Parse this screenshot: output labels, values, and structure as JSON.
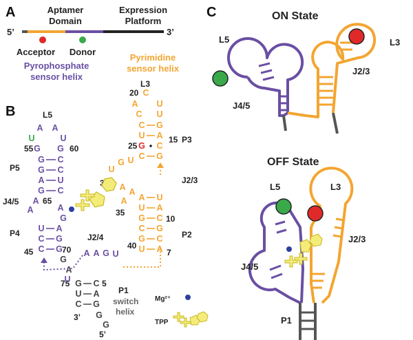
{
  "panelA": {
    "letter": "A",
    "aptamer_label": "Aptamer",
    "domain_label": "Domain",
    "expression_label": "Expression",
    "platform_label": "Platform",
    "five_prime": "5’",
    "three_prime": "3’",
    "acceptor": "Acceptor",
    "donor": "Donor",
    "pyro_line1": "Pyrophosphate",
    "pyro_line2": "sensor helix",
    "pyri_line1": "Pyrimidine",
    "pyri_line2": "sensor helix"
  },
  "panelB": {
    "letter": "B",
    "labels": {
      "L5": "L5",
      "P5": "P5",
      "J45": "J4/5",
      "P4": "P4",
      "J24": "J2/4",
      "L3": "L3",
      "P3": "P3",
      "J23": "J2/3",
      "P2": "P2",
      "P1": "P1",
      "switch": "switch",
      "helix": "helix",
      "mg": "Mg²⁺",
      "tpp": "TPP",
      "three": "3’",
      "five": "5’"
    },
    "numbers": {
      "n55": "55",
      "n60": "60",
      "n65": "65",
      "n45": "45",
      "n70": "70",
      "n75": "75",
      "n5": "5",
      "n20": "20",
      "n15": "15",
      "n25": "25",
      "n30": "30",
      "n35": "35",
      "n10": "10",
      "n40": "40",
      "n7": "7"
    }
  },
  "panelC": {
    "letter": "C",
    "on_state": "ON State",
    "off_state": "OFF State",
    "on_L5": "L5",
    "on_L3": "L3",
    "on_J45": "J4/5",
    "on_J23": "J2/3",
    "off_L5": "L5",
    "off_L3": "L3",
    "off_J45": "J4/5",
    "off_J23": "J2/3",
    "off_P1": "P1"
  },
  "colors": {
    "purple": "#6a4fa3",
    "orange": "#f3a531",
    "gray": "#444444",
    "green": "#3aa94a",
    "red": "#e02a2a",
    "tpp_yellow": "#f4ec7a",
    "mg_blue": "#2f3f9e"
  }
}
